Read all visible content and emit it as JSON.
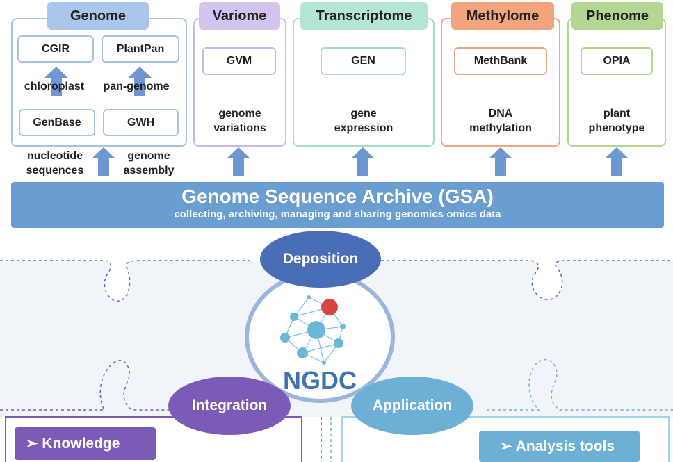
{
  "colors": {
    "genome": "#aac6ea",
    "genome_border": "#a9c2e4",
    "variome": "#d2c4ee",
    "variome_border": "#c9b8ea",
    "transcriptome": "#b5e6d3",
    "transcriptome_border": "#a7ddc7",
    "methylome": "#f2a57c",
    "methylome_border": "#eea585",
    "phenome": "#b3d692",
    "phenome_border": "#b0d58c",
    "gsa": "#6b9ed0",
    "deposition": "#4a6eb5",
    "integration": "#7b5bb5",
    "application": "#6cb0d6",
    "ngdc_text": "#3d74b3",
    "arrow": "#6d97d0"
  },
  "panels": {
    "genome": {
      "title": "Genome",
      "boxes": [
        "CGIR",
        "PlantPan",
        "GenBase",
        "GWH"
      ],
      "labels": [
        "chloroplast",
        "pan-genome"
      ],
      "bottom_labels": [
        "nucleotide\nsequences",
        "genome\nassembly"
      ]
    },
    "variome": {
      "title": "Variome",
      "box": "GVM",
      "label": "genome\nvariations"
    },
    "transcriptome": {
      "title": "Transcriptome",
      "box": "GEN",
      "label": "gene\nexpression"
    },
    "methylome": {
      "title": "Methylome",
      "box": "MethBank",
      "label": "DNA\nmethylation"
    },
    "phenome": {
      "title": "Phenome",
      "box": "OPIA",
      "label": "plant\nphenotype"
    }
  },
  "gsa": {
    "title": "Genome Sequence Archive (GSA)",
    "subtitle": "collecting, archiving, managing and sharing genomics omics data"
  },
  "hub": {
    "center": "NGDC",
    "deposition": "Deposition",
    "integration": "Integration",
    "application": "Application"
  },
  "bottom": {
    "knowledge": "➢  Knowledge",
    "analysis": "➢  Analysis tools"
  }
}
